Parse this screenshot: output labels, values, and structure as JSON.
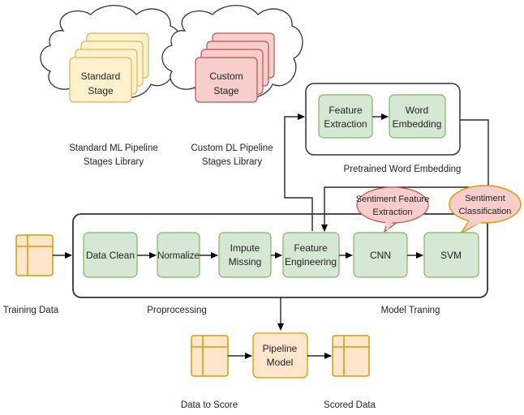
{
  "libraries": {
    "standard": {
      "stage_label_1": "Standard",
      "stage_label_2": "Stage",
      "caption_1": "Standard ML Pipeline",
      "caption_2": "Stages Library"
    },
    "custom": {
      "stage_label_1": "Custom",
      "stage_label_2": "Stage",
      "caption_1": "Custom DL Pipeline",
      "caption_2": "Stages Library"
    }
  },
  "pretrained": {
    "feature_extraction_1": "Feature",
    "feature_extraction_2": "Extraction",
    "word_embedding_1": "Word",
    "word_embedding_2": "Embedding",
    "caption": "Pretrained Word Embedding"
  },
  "callouts": {
    "sentiment_feature_1": "Sentiment Feature",
    "sentiment_feature_2": "Extraction",
    "sentiment_class_1": "Sentiment",
    "sentiment_class_2": "Classification"
  },
  "pipeline": {
    "data_clean": "Data Clean",
    "normalize": "Normalize",
    "impute_1": "Impute",
    "impute_2": "Missing",
    "feature_eng_1": "Feature",
    "feature_eng_2": "Engineering",
    "cnn": "CNN",
    "svm": "SVM",
    "preprocessing_caption": "Proprocessing",
    "model_training_caption": "Model Traning"
  },
  "data": {
    "training_data": "Training Data",
    "data_to_score": "Data to Score",
    "scored_data": "Scored Data",
    "pipeline_model_1": "Pipeline",
    "pipeline_model_2": "Model"
  },
  "colors": {
    "green_fill": "#d5e8d4",
    "green_stroke": "#82b366",
    "orange_fill": "#ffe6cc",
    "orange_stroke": "#d79b00",
    "yellow_fill": "#fff2cc",
    "yellow_stroke": "#d6b656",
    "red_fill": "#f8cecc",
    "red_stroke": "#b85450"
  }
}
